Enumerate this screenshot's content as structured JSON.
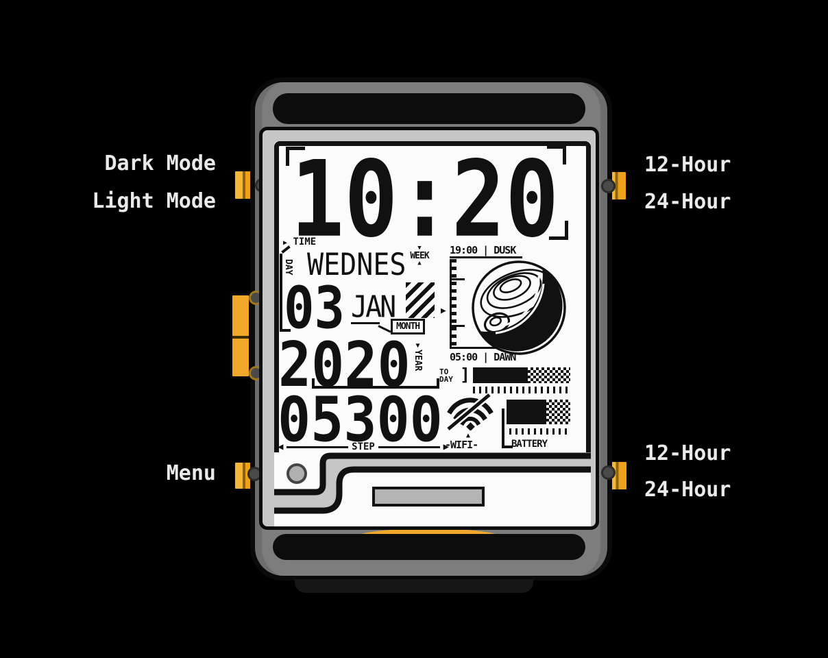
{
  "scene": {
    "background": "#000000"
  },
  "annotations": {
    "dark_mode": "Dark Mode",
    "light_mode": "Light Mode",
    "hour12_top": "12-Hour",
    "hour24_top": "24-Hour",
    "menu": "Menu",
    "hour12_bottom": "12-Hour",
    "hour24_bottom": "24-Hour"
  },
  "watchface": {
    "time": "10:20",
    "time_label": "TIME",
    "weekday": "WEDNES",
    "week_label": "WEEK",
    "day_label": "DAY",
    "day_number": "03",
    "month": "JAN",
    "month_label": "MONTH",
    "year": "2020",
    "year_label": "YEAR",
    "steps": "05300",
    "step_label": "STEP",
    "dusk_label": "19:00 | DUSK",
    "dawn_label": "05:00 | DAWN",
    "today_label_line1": "TO",
    "today_label_line2": "DAY",
    "today_progress_pct": 56,
    "wifi_label": "-WIFI-",
    "battery_label": "BATTERY",
    "battery_level_pct": 62
  },
  "icons": {
    "time_pointer": "▶",
    "week_down": "▼",
    "week_up": "▲",
    "year_down": "▼",
    "step_left": "◀",
    "step_right": "▶",
    "panel_pointer": "▶",
    "wifi_pointer": "▲",
    "today_bracket": "]"
  },
  "colors": {
    "accent_yellow": "#F1A72A",
    "case_gray": "#7D7D7D",
    "bezel_gray": "#C6C6C6",
    "screen_white": "#FBFBFB",
    "ink_black": "#111111",
    "label_white": "#EAEAEA"
  }
}
